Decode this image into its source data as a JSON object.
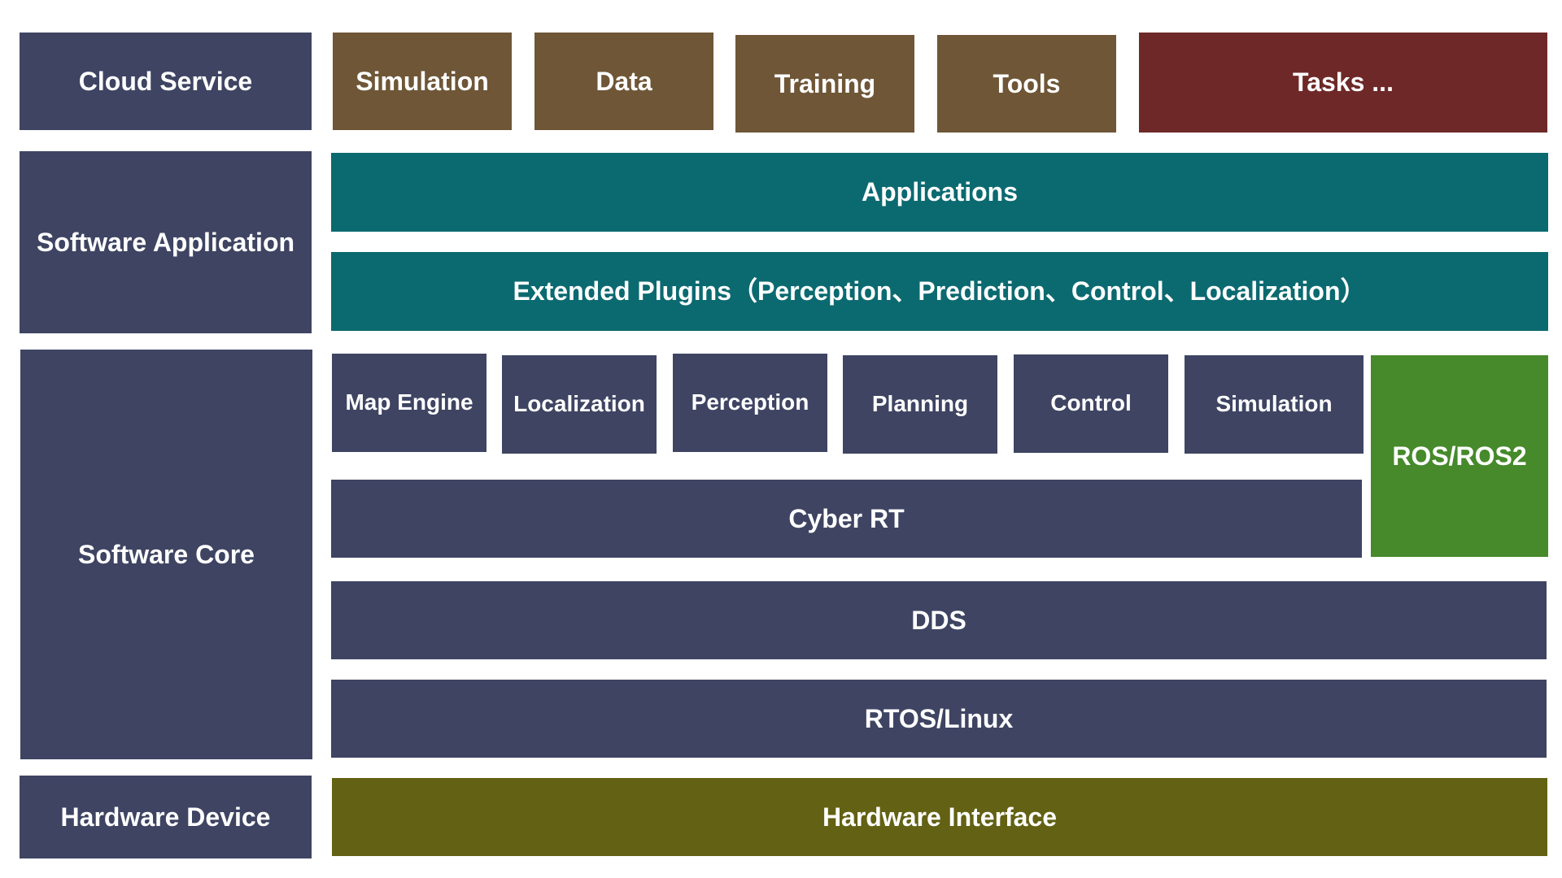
{
  "layers": {
    "cloud": {
      "label": "Cloud Service",
      "items": [
        "Simulation",
        "Data",
        "Training",
        "Tools",
        "Tasks ..."
      ]
    },
    "application": {
      "label": "Software Application",
      "applications": "Applications",
      "plugins": "Extended Plugins（Perception、Prediction、Control、Localization）"
    },
    "core": {
      "label": "Software Core",
      "modules": [
        "Map Engine",
        "Localization",
        "Perception",
        "Planning",
        "Control",
        "Simulation"
      ],
      "ros": "ROS/ROS2",
      "cyber_rt": "Cyber RT",
      "dds": "DDS",
      "os": "RTOS/Linux"
    },
    "hardware": {
      "label": "Hardware Device",
      "interface": "Hardware Interface"
    }
  },
  "colors": {
    "navy": "#3e4462",
    "brown": "#6e5637",
    "red": "#6e2828",
    "teal": "#0b6a70",
    "green": "#468a2b",
    "olive": "#636113"
  }
}
